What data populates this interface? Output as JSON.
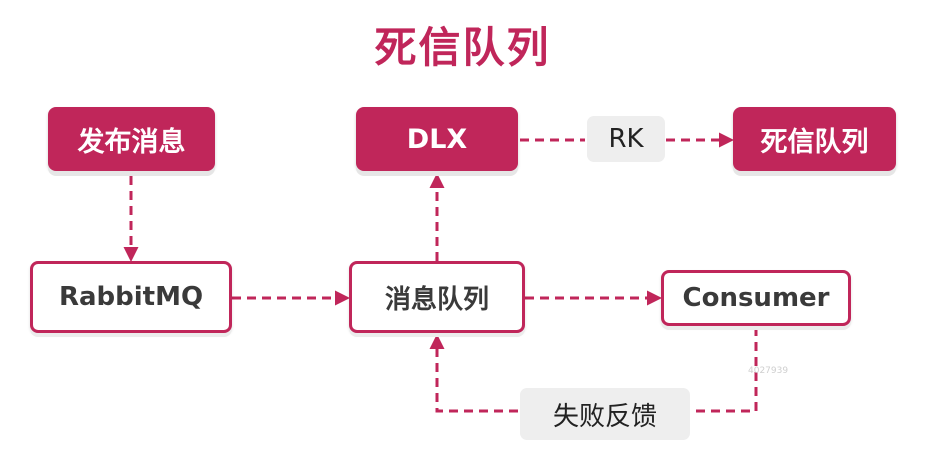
{
  "title": "死信队列",
  "nodes": {
    "publish": "发布消息",
    "dlx": "DLX",
    "dead_queue": "死信队列",
    "rabbitmq": "RabbitMQ",
    "message_queue": "消息队列",
    "consumer": "Consumer"
  },
  "labels": {
    "routing_key": "RK",
    "failure_feedback": "失败反馈"
  },
  "watermark": "4027939",
  "colors": {
    "accent": "#c0265a",
    "tag_background": "#eeeeee",
    "node_text": "#3a3a3a"
  }
}
